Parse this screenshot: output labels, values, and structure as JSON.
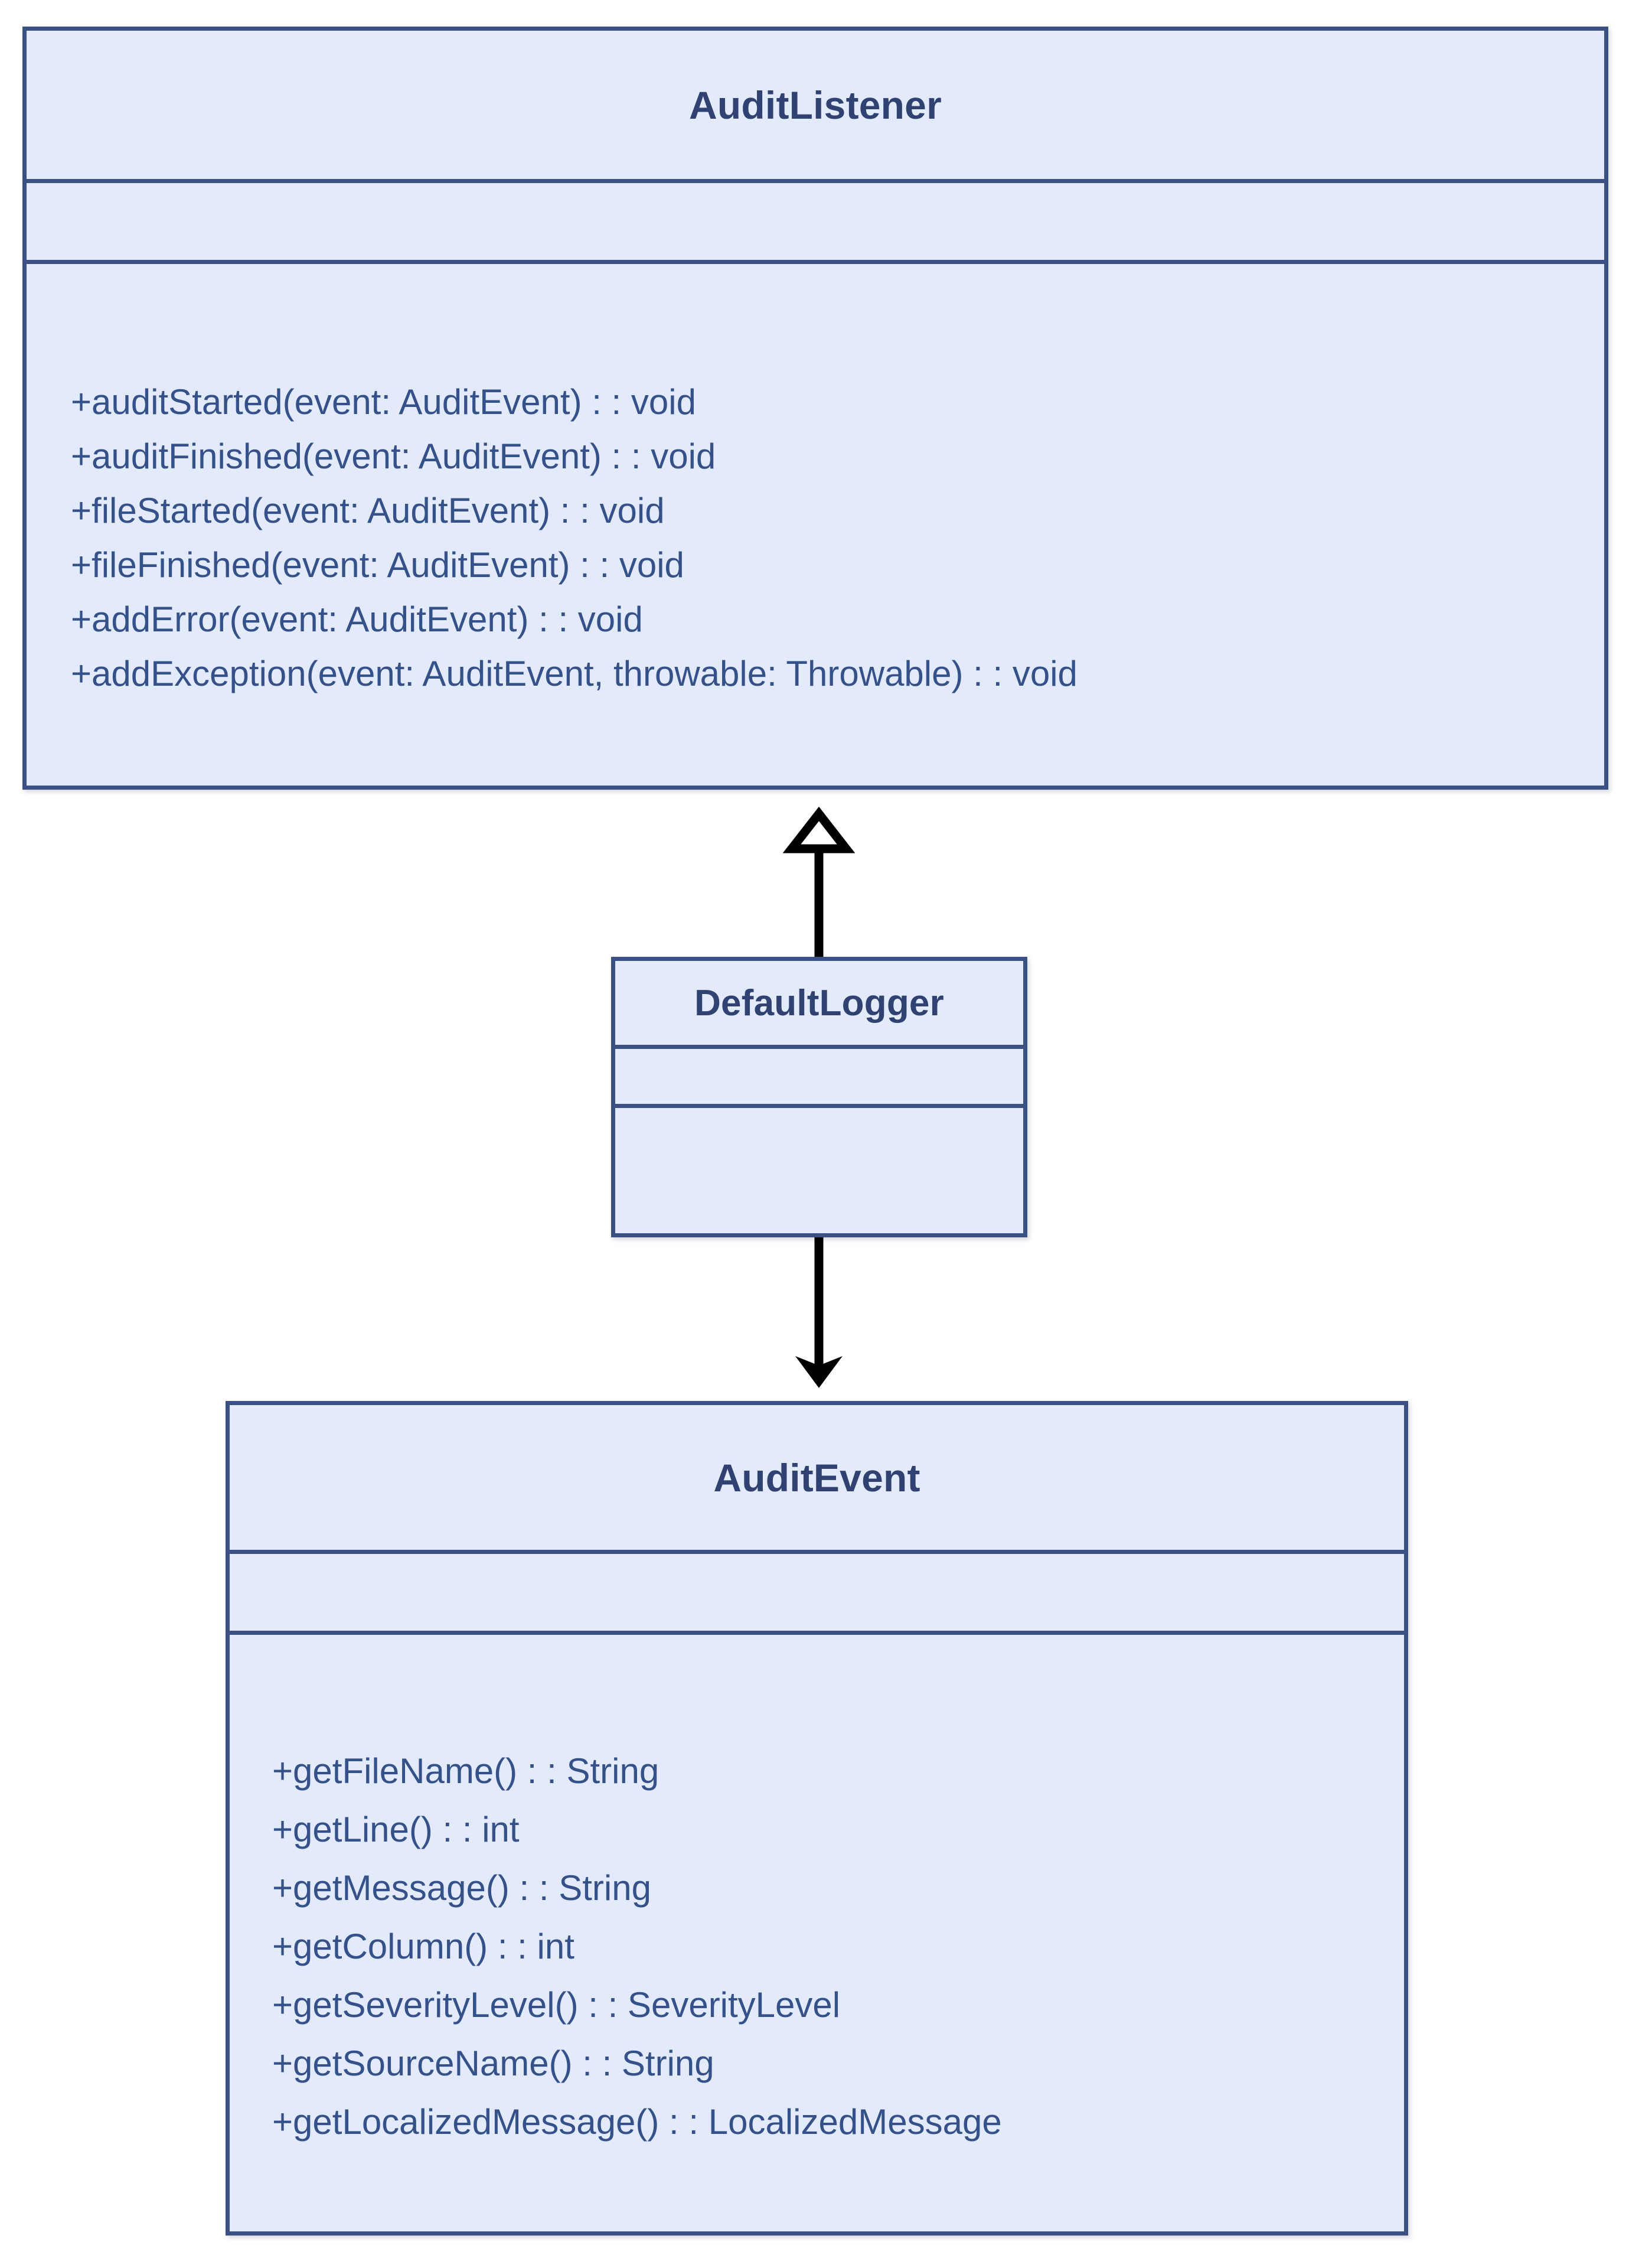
{
  "diagram": {
    "type": "uml-class-diagram",
    "background_color": "#ffffff",
    "box_fill_color": "#e3eafb",
    "box_border_color": "#3b5183",
    "title_text_color": "#2f4272",
    "member_text_color": "#35518a",
    "connector_color": "#000000"
  },
  "classes": [
    {
      "id": "audit-listener",
      "name": "AuditListener",
      "attributes": [],
      "methods": [
        "+auditStarted(event: AuditEvent) : : void",
        "+auditFinished(event: AuditEvent) : : void",
        "+fileStarted(event: AuditEvent) : : void",
        "+fileFinished(event: AuditEvent) : : void",
        "+addError(event: AuditEvent) : : void",
        "+addException(event: AuditEvent, throwable: Throwable) : : void"
      ]
    },
    {
      "id": "default-logger",
      "name": "DefaultLogger",
      "attributes": [],
      "methods": []
    },
    {
      "id": "audit-event",
      "name": "AuditEvent",
      "attributes": [],
      "methods": [
        "+getFileName() : : String",
        "+getLine() : : int",
        "+getMessage() : : String",
        "+getColumn() : : int",
        "+getSeverityLevel() : : SeverityLevel",
        "+getSourceName() : : String",
        "+getLocalizedMessage() : : LocalizedMessage"
      ]
    }
  ],
  "relationships": [
    {
      "id": "generalization-default-logger-to-audit-listener",
      "from": "DefaultLogger",
      "to": "AuditListener",
      "kind": "generalization",
      "arrow": "hollow-triangle-up"
    },
    {
      "id": "association-default-logger-to-audit-event",
      "from": "DefaultLogger",
      "to": "AuditEvent",
      "kind": "association",
      "arrow": "solid-arrow-down"
    }
  ]
}
